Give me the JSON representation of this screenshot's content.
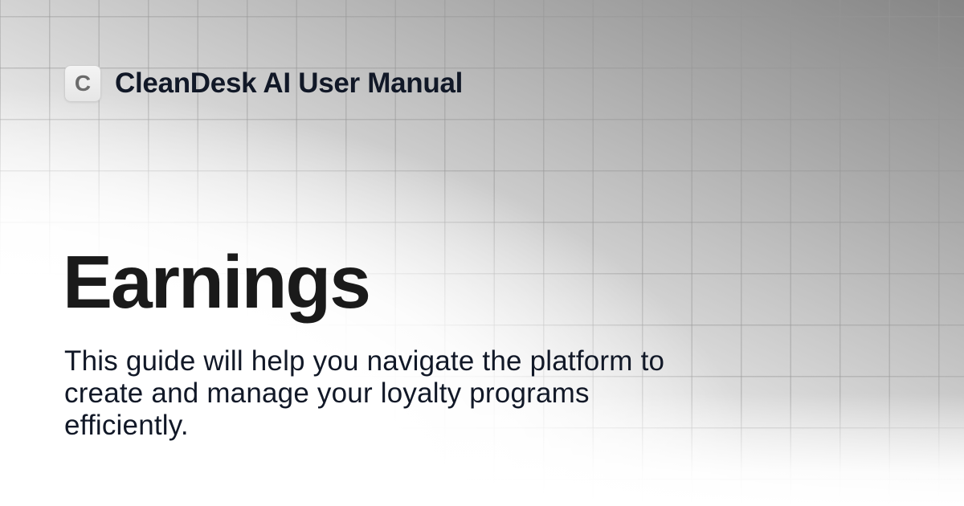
{
  "header": {
    "logo_letter": "C",
    "title": "CleanDesk AI User Manual"
  },
  "main": {
    "title": "Earnings",
    "description": "This guide will help you navigate the platform to create and manage your loyalty programs efficiently."
  },
  "colors": {
    "title_text": "#1a1a1a",
    "body_text": "#111827",
    "gradient_dark": "#858585",
    "gradient_light": "#ffffff",
    "logo_bg": "#ececec",
    "logo_letter": "#6b6b6b"
  }
}
